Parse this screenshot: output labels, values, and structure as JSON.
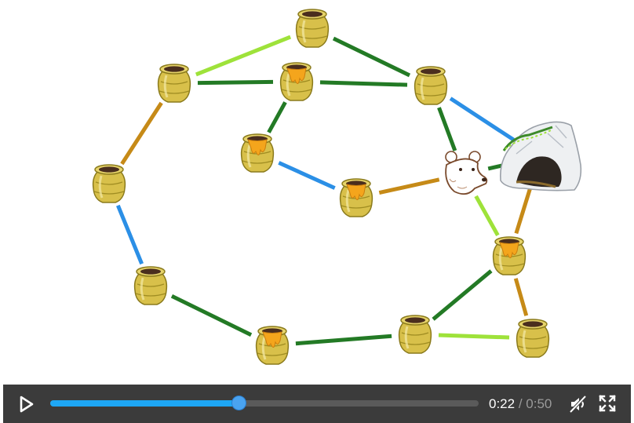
{
  "player": {
    "current_time": "0:22",
    "separator": "/",
    "total_time": "0:50",
    "progress": 0.44
  },
  "icons": {
    "play": "play-icon",
    "mute": "muted-speaker-icon",
    "fullscreen": "fullscreen-icon"
  },
  "colors": {
    "control_bar": "#3b3b3b",
    "progress_fill": "#1ea7f5",
    "edge_dark_green": "#237a25",
    "edge_light_green": "#9ee23a",
    "edge_blue": "#2b8fe6",
    "edge_orange": "#c68a17",
    "pot_gold": "#d8c04a",
    "honey": "#f4a51c"
  },
  "scene": {
    "pots": [
      {
        "id": "p1",
        "honey": false
      },
      {
        "id": "p2",
        "honey": false
      },
      {
        "id": "p3",
        "honey": true
      },
      {
        "id": "p4",
        "honey": false
      },
      {
        "id": "p5",
        "honey": true
      },
      {
        "id": "p6",
        "honey": true
      },
      {
        "id": "p7",
        "honey": false
      },
      {
        "id": "p8",
        "honey": false
      },
      {
        "id": "p9",
        "honey": true
      },
      {
        "id": "p10",
        "honey": false
      },
      {
        "id": "p11",
        "honey": true
      },
      {
        "id": "p12",
        "honey": false
      }
    ],
    "edges": [
      {
        "a": "p1",
        "b": "p2",
        "color": "light_green"
      },
      {
        "a": "p1",
        "b": "p4",
        "color": "dark_green"
      },
      {
        "a": "p2",
        "b": "p3",
        "color": "dark_green"
      },
      {
        "a": "p3",
        "b": "p4",
        "color": "dark_green"
      },
      {
        "a": "p2",
        "b": "p7",
        "color": "orange"
      },
      {
        "a": "p3",
        "b": "p5",
        "color": "dark_green"
      },
      {
        "a": "p4",
        "b": "bear",
        "color": "dark_green"
      },
      {
        "a": "p4",
        "b": "cave",
        "color": "blue"
      },
      {
        "a": "p5",
        "b": "p6",
        "color": "blue"
      },
      {
        "a": "p6",
        "b": "bear",
        "color": "orange"
      },
      {
        "a": "bear",
        "b": "cave",
        "color": "dark_green"
      },
      {
        "a": "bear",
        "b": "p11",
        "color": "light_green"
      },
      {
        "a": "cave",
        "b": "p11",
        "color": "orange"
      },
      {
        "a": "p7",
        "b": "p8",
        "color": "blue"
      },
      {
        "a": "p8",
        "b": "p9",
        "color": "dark_green"
      },
      {
        "a": "p9",
        "b": "p10",
        "color": "dark_green"
      },
      {
        "a": "p10",
        "b": "p11",
        "color": "dark_green"
      },
      {
        "a": "p10",
        "b": "p12",
        "color": "light_green"
      },
      {
        "a": "p11",
        "b": "p12",
        "color": "orange"
      }
    ]
  }
}
